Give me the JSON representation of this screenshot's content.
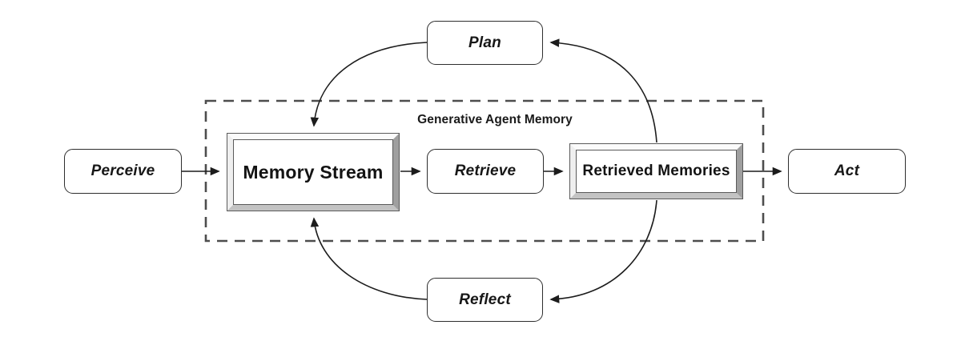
{
  "diagram": {
    "group_label": "Generative Agent Memory",
    "nodes": {
      "perceive": {
        "label": "Perceive",
        "shape": "rounded"
      },
      "memory_stream": {
        "label": "Memory Stream",
        "shape": "beveled-frame"
      },
      "retrieve": {
        "label": "Retrieve",
        "shape": "rounded"
      },
      "retrieved_memories": {
        "label": "Retrieved Memories",
        "shape": "beveled-frame"
      },
      "act": {
        "label": "Act",
        "shape": "rounded"
      },
      "plan": {
        "label": "Plan",
        "shape": "rounded"
      },
      "reflect": {
        "label": "Reflect",
        "shape": "rounded"
      }
    },
    "edges": [
      {
        "from": "Perceive",
        "to": "Memory Stream",
        "style": "straight"
      },
      {
        "from": "Memory Stream",
        "to": "Retrieve",
        "style": "straight"
      },
      {
        "from": "Retrieve",
        "to": "Retrieved Memories",
        "style": "straight"
      },
      {
        "from": "Retrieved Memories",
        "to": "Act",
        "style": "straight"
      },
      {
        "from": "Retrieved Memories",
        "to": "Plan",
        "style": "curved"
      },
      {
        "from": "Plan",
        "to": "Memory Stream",
        "style": "curved"
      },
      {
        "from": "Retrieved Memories",
        "to": "Reflect",
        "style": "curved"
      },
      {
        "from": "Reflect",
        "to": "Memory Stream",
        "style": "curved"
      }
    ],
    "colors": {
      "background": "#ffffff",
      "line": "#1c1c1c",
      "box_border": "#2e2e2e",
      "dashed_border": "#4d4d4d",
      "bevel_light": "#fbfbfb",
      "bevel_dark": "#9f9f9f",
      "text": "#171717"
    }
  }
}
